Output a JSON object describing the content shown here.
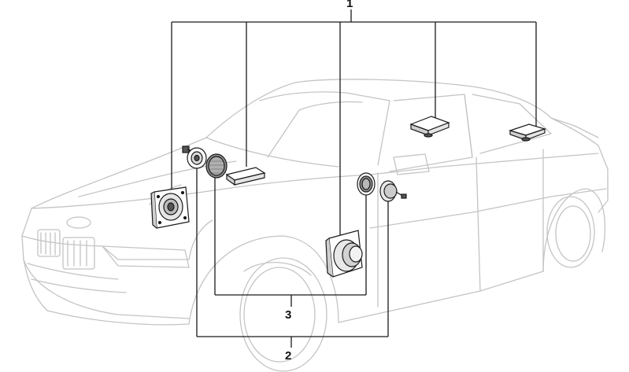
{
  "callouts": {
    "one": "1",
    "two": "2",
    "three": "3"
  },
  "colors": {
    "car_outline": "#c4c4c4",
    "leader_line": "#1a1a1a",
    "part_fill": "#d8d8d8",
    "part_dark": "#555555"
  }
}
